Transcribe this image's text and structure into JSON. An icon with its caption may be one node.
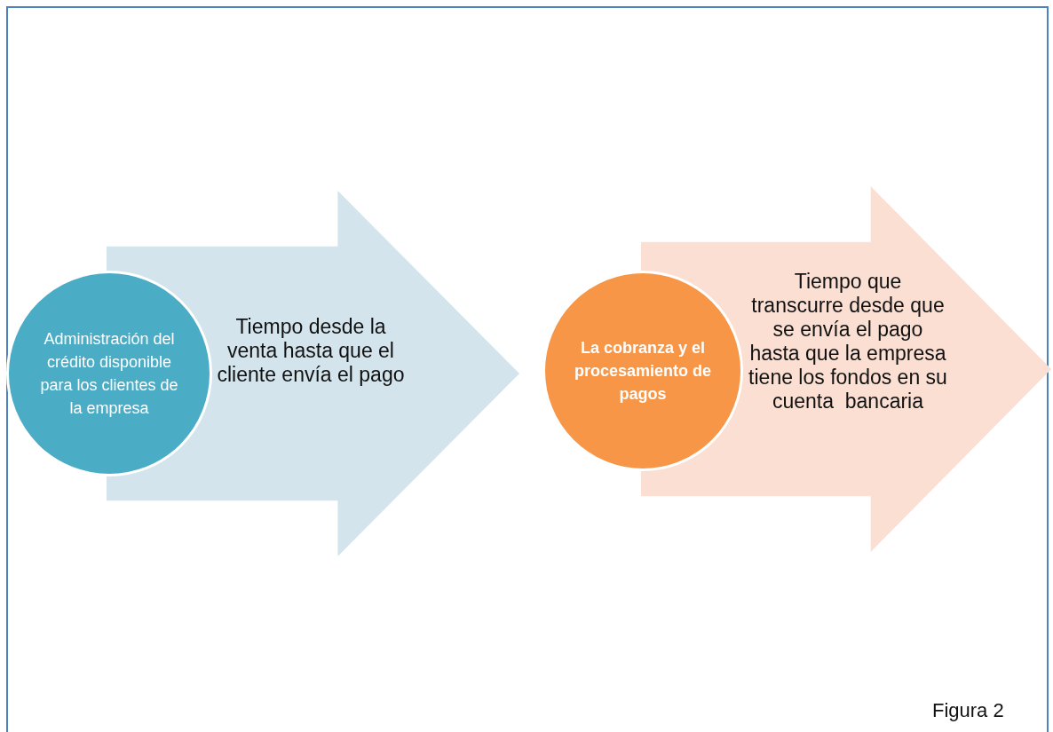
{
  "diagram": {
    "nodes": [
      {
        "text": [
          "Administración del crédito disponible para los clientes de la empresa"
        ]
      },
      {
        "text": [
          "Tiempo desde la venta hasta que el cliente envía el pago"
        ]
      },
      {
        "text": [
          "La cobranza y el procesamiento de pagos"
        ]
      },
      {
        "text": [
          "Tiempo que transcurre desde que se envía el pago hasta que la empresa tiene los fondos en su cuenta  bancaria"
        ]
      }
    ],
    "caption": "Figura 2"
  }
}
